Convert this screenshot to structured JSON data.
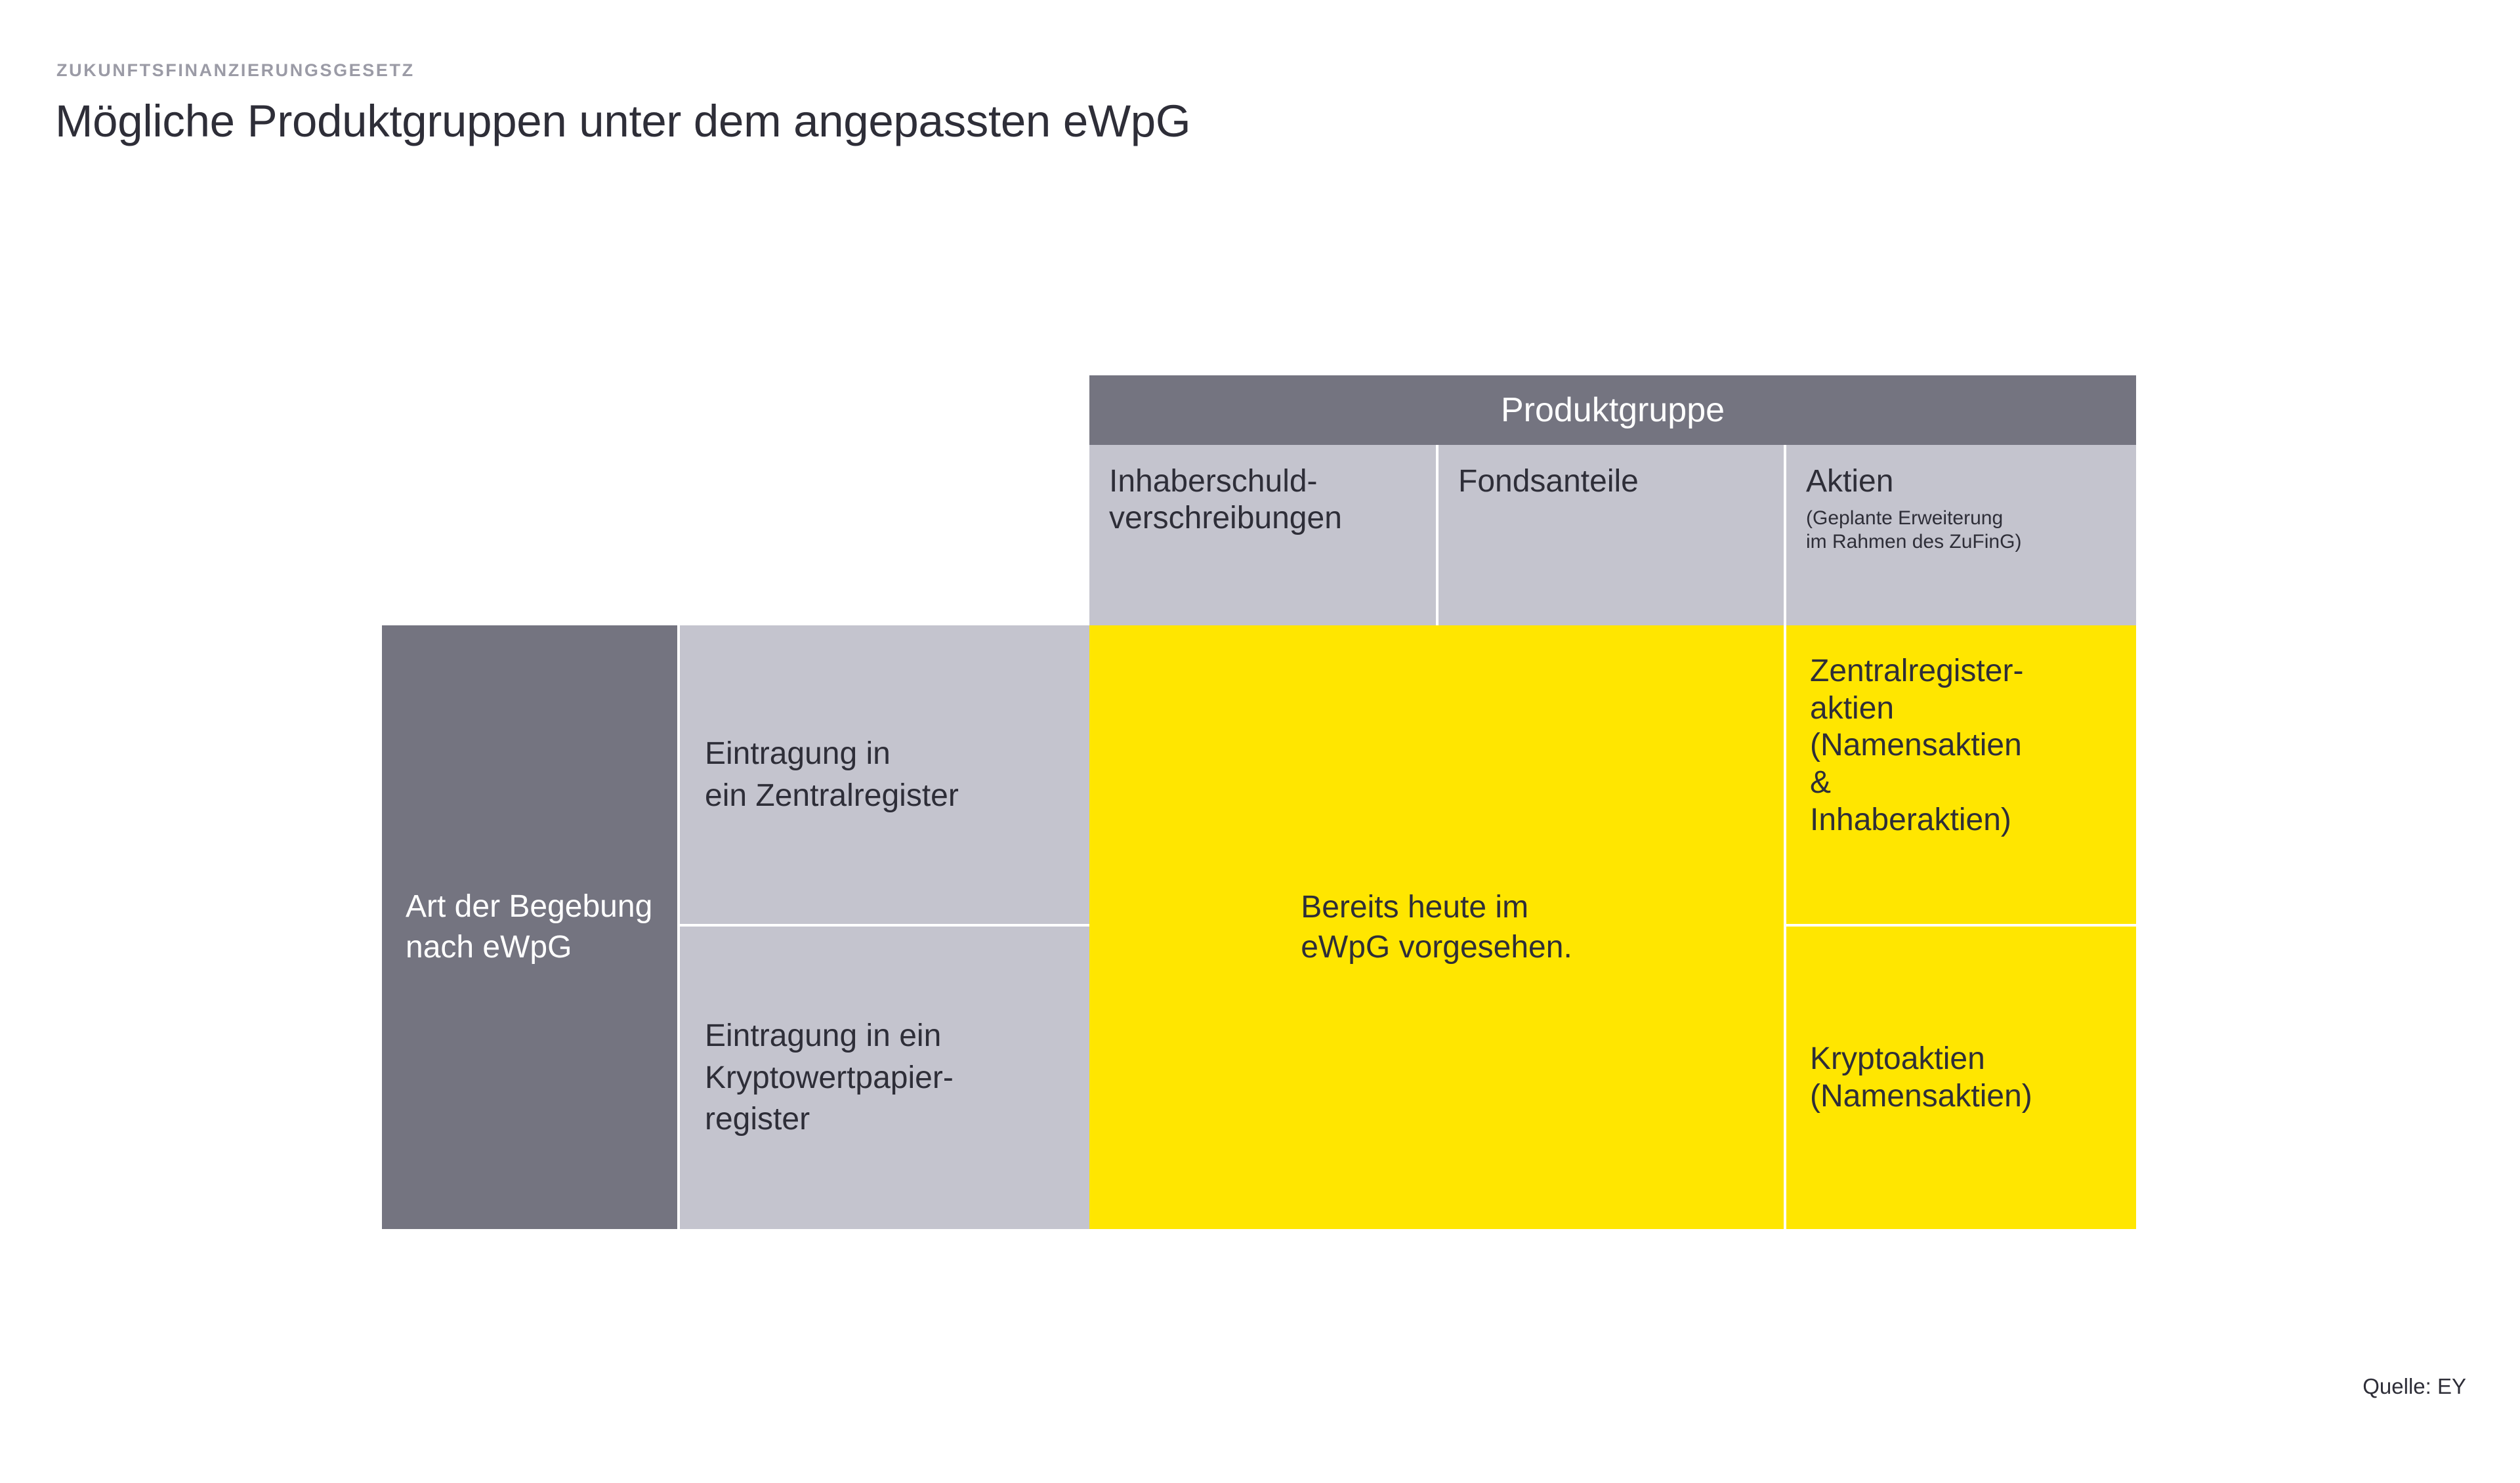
{
  "header": {
    "eyebrow": "ZUKUNFTSFINANZIERUNGSGESETZ",
    "title": "Mögliche Produktgruppen unter dem angepassten eWpG"
  },
  "matrix": {
    "column_group_label": "Produktgruppe",
    "row_axis_label": "Art der Begebung nach eWpG",
    "columns": [
      {
        "label": "Inhaberschuld-\nverschreibungen",
        "note": ""
      },
      {
        "label": "Fondsanteile",
        "note": ""
      },
      {
        "label": "Aktien",
        "note": "(Geplante Erweiterung\nim Rahmen des ZuFinG)"
      }
    ],
    "rows": [
      {
        "label": "Eintragung in\nein Zentralregister"
      },
      {
        "label": "Eintragung in ein\nKryptowertpapier-\nregister"
      }
    ],
    "merged_cell": "Bereits heute im\neWpG vorgesehen.",
    "cells": [
      {
        "text": "Zentralregister-\naktien\n(Namensaktien\n&\nInhaberaktien)"
      },
      {
        "text": "Kryptoaktien\n(Namensaktien)"
      }
    ]
  },
  "footer": {
    "source": "Quelle: EY"
  },
  "colors": {
    "accent_yellow": "#FFE600",
    "dark_gray": "#747480",
    "light_gray": "#C4C4CE",
    "text_dark": "#2E2E38",
    "eyebrow_gray": "#9B9BA6",
    "background": "#FFFFFF"
  }
}
